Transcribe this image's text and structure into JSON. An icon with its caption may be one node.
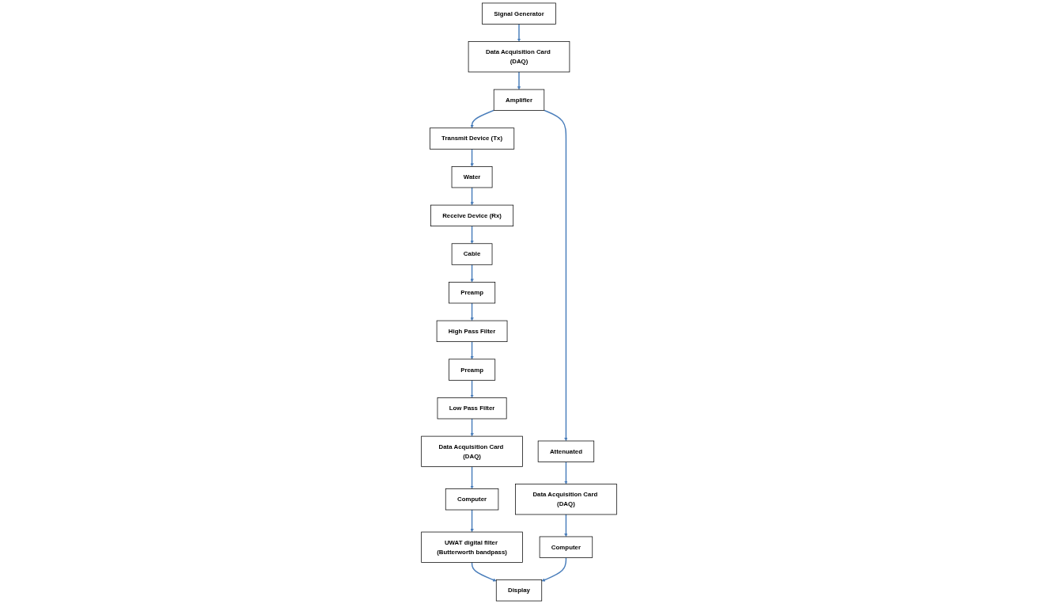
{
  "diagram": {
    "nodes": [
      {
        "text": [
          "Signal Generator"
        ]
      },
      {
        "text": [
          "Data Acquisition Card (DAQ)"
        ]
      },
      {
        "text": [
          "Amplifier"
        ]
      },
      {
        "text": [
          "Attenuated"
        ]
      },
      {
        "text": [
          "Receive Device (Rx)"
        ]
      },
      {
        "text": [
          "Water"
        ]
      },
      {
        "text": [
          "Transmit Device (Tx)"
        ]
      },
      {
        "text": [
          "Data Acquisition Card (DAQ)"
        ]
      },
      {
        "text": [
          "Cable"
        ]
      },
      {
        "text": [
          "Preamp"
        ]
      },
      {
        "text": [
          "High Pass Filter"
        ]
      },
      {
        "text": [
          "Computer"
        ]
      },
      {
        "text": [
          "Data Acquisition Card (DAQ)"
        ]
      },
      {
        "text": [
          "Low Pass Filter"
        ]
      },
      {
        "text": [
          "Preamp"
        ]
      },
      {
        "text": [
          "Computer"
        ]
      },
      {
        "text": [
          "UWAT digital filter (Butterworth bandpass)"
        ]
      },
      {
        "text": [
          "Display"
        ]
      }
    ],
    "edges": [
      {
        "from": 0,
        "to": 1,
        "arrow": "to"
      },
      {
        "from": 1,
        "to": 2,
        "arrow": "to"
      },
      {
        "from": 2,
        "to": 3,
        "arrow": "to"
      },
      {
        "from": 2,
        "to": 6,
        "arrow": "to"
      },
      {
        "from": 6,
        "to": 5,
        "arrow": "to"
      },
      {
        "from": 5,
        "to": 4,
        "arrow": "to"
      },
      {
        "from": 3,
        "to": 7,
        "arrow": "to"
      },
      {
        "from": 4,
        "to": 8,
        "arrow": "to"
      },
      {
        "from": 7,
        "to": 11,
        "arrow": "to"
      },
      {
        "from": 8,
        "to": 9,
        "arrow": "to"
      },
      {
        "from": 9,
        "to": 10,
        "arrow": "to"
      },
      {
        "from": 10,
        "to": 14,
        "arrow": "to"
      },
      {
        "from": 14,
        "to": 13,
        "arrow": "to"
      },
      {
        "from": 13,
        "to": 12,
        "arrow": "to"
      },
      {
        "from": 12,
        "to": 15,
        "arrow": "to"
      },
      {
        "from": 15,
        "to": 16,
        "arrow": "to"
      },
      {
        "from": 16,
        "to": 17,
        "arrow": "to"
      },
      {
        "from": 11,
        "to": 17,
        "arrow": "to"
      }
    ]
  }
}
